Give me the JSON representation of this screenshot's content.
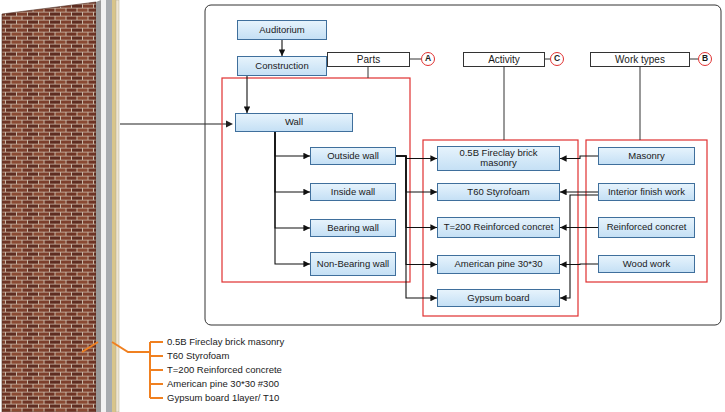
{
  "diagram": {
    "nodes": [
      {
        "text": [
          "Auditorium"
        ]
      },
      {
        "text": [
          "Construction"
        ]
      },
      {
        "text": [
          "Parts"
        ]
      },
      {
        "text": [
          "Activity"
        ]
      },
      {
        "text": [
          "Work types"
        ]
      },
      {
        "text": [
          "Wall"
        ]
      },
      {
        "text": [
          "Outside wall"
        ]
      },
      {
        "text": [
          "Inside wall"
        ]
      },
      {
        "text": [
          "Bearing wall"
        ]
      },
      {
        "text": [
          "Non-Bearing wall"
        ]
      },
      {
        "text": [
          "0.5B Fireclay brick masonry"
        ]
      },
      {
        "text": [
          "T60 Styrofoam"
        ]
      },
      {
        "text": [
          "T=200 Reinforced concret"
        ]
      },
      {
        "text": [
          "American pine 30*30"
        ]
      },
      {
        "text": [
          "Gypsum board"
        ]
      },
      {
        "text": [
          "Masonry"
        ]
      },
      {
        "text": [
          "Interior finish work"
        ]
      },
      {
        "text": [
          "Reinforced concret"
        ]
      },
      {
        "text": [
          "Wood work"
        ]
      }
    ],
    "edges": [
      {
        "from": 0,
        "to": 1,
        "arrow": "to"
      },
      {
        "from": 1,
        "to": 5,
        "arrow": "to"
      },
      {
        "from": 5,
        "to": 6,
        "arrow": "to"
      },
      {
        "from": 5,
        "to": 7,
        "arrow": "to"
      },
      {
        "from": 5,
        "to": 8,
        "arrow": "to"
      },
      {
        "from": 5,
        "to": 9,
        "arrow": "to"
      },
      {
        "from": 6,
        "to": 10,
        "arrow": "to"
      },
      {
        "from": 6,
        "to": 11,
        "arrow": "to"
      },
      {
        "from": 6,
        "to": 12,
        "arrow": "to"
      },
      {
        "from": 6,
        "to": 13,
        "arrow": "to"
      },
      {
        "from": 6,
        "to": 14,
        "arrow": "to"
      },
      {
        "from": 15,
        "to": 10,
        "arrow": "to"
      },
      {
        "from": 16,
        "to": 11,
        "arrow": "to"
      },
      {
        "from": 17,
        "to": 12,
        "arrow": "to"
      },
      {
        "from": 18,
        "to": 13,
        "arrow": "to"
      },
      {
        "from": 16,
        "to": 14,
        "arrow": "to"
      }
    ],
    "labels": [
      "A",
      "C",
      "B",
      "0.5B Fireclay brick masonry",
      "T60 Styrofoam",
      "T=200 Reinforced concrete",
      "American pine  30*30 #300",
      "Gypsum board 1layer/ T10"
    ]
  }
}
